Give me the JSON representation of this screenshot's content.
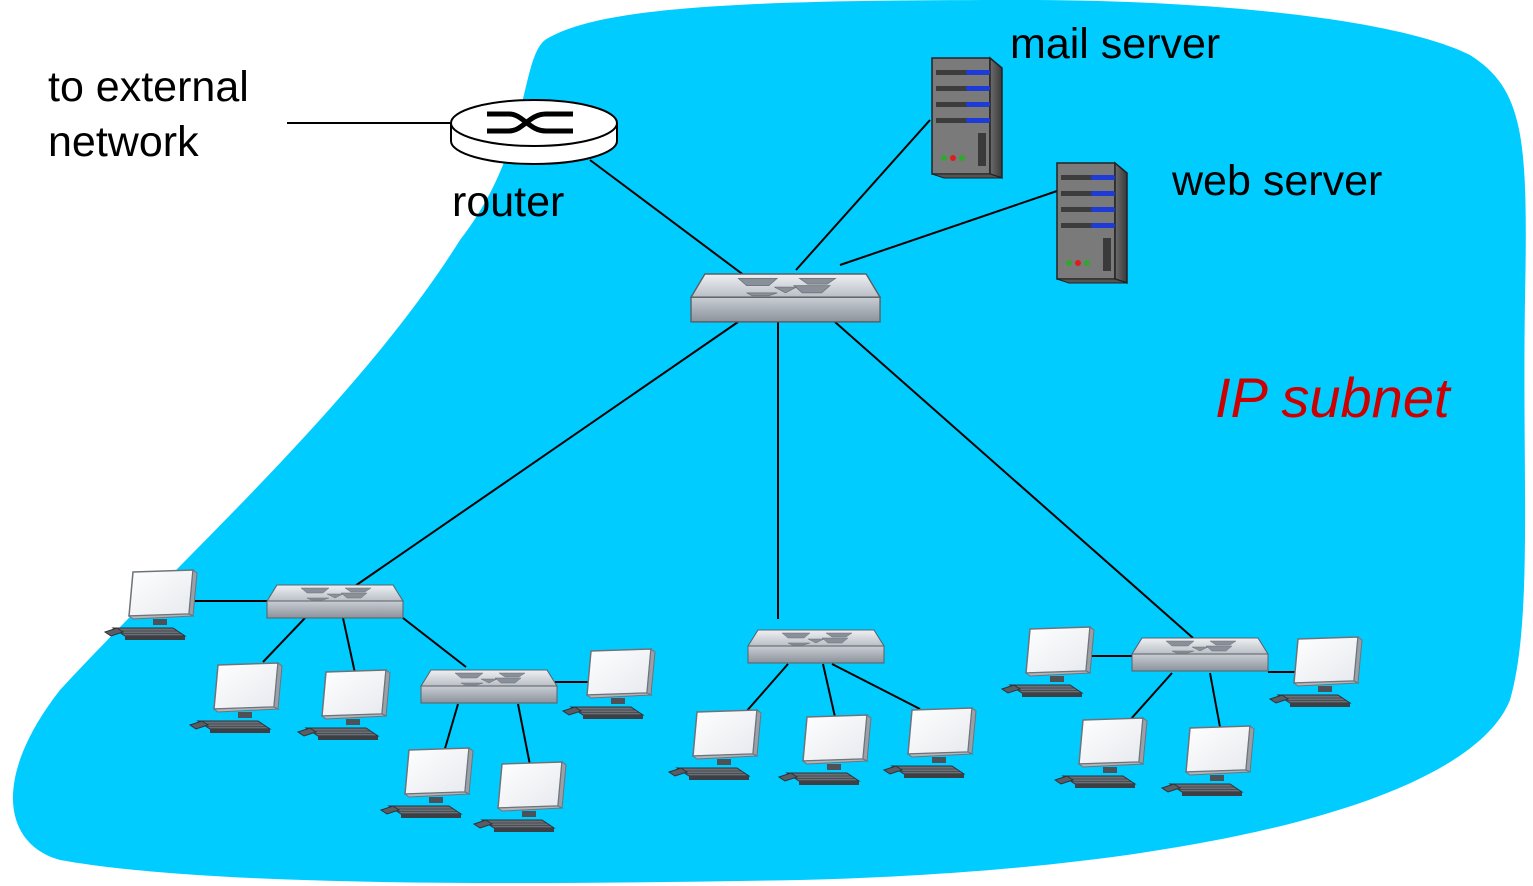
{
  "labels": {
    "external": [
      "to external",
      "network"
    ],
    "router": "router",
    "mail_server": "mail server",
    "web_server": "web server",
    "subnet": "IP subnet"
  },
  "colors": {
    "subnet_fill": "#00CCFF",
    "subnet_text": "#CC0000",
    "link": "#000000"
  },
  "icons": {
    "router": "router-icon",
    "switch": "switch-icon",
    "server": "server-icon",
    "host": "desktop-computer-icon"
  }
}
